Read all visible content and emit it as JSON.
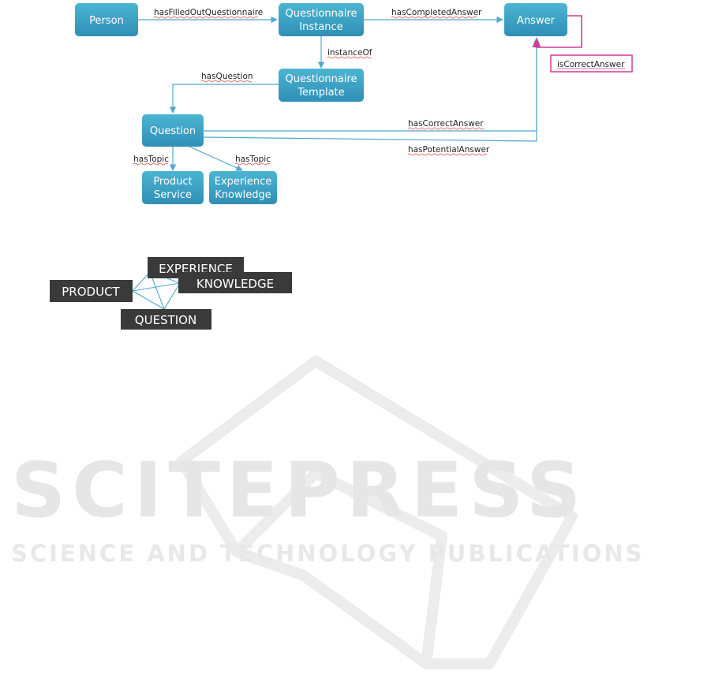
{
  "colors": {
    "node_top": "#4cb5d1",
    "node_bottom": "#2f8fb6",
    "edge": "#4fa9cc",
    "squiggle": "#e0483c",
    "self_loop": "#d23b97",
    "tag_bg": "#3a3a3a",
    "watermark": "#e6e6e6"
  },
  "nodes": {
    "person": "Person",
    "questionnaire_instance": [
      "Questionnaire",
      "Instance"
    ],
    "answer": "Answer",
    "questionnaire_template": [
      "Questionnaire",
      "Template"
    ],
    "question": "Question",
    "product_service": [
      "Product",
      "Service"
    ],
    "experience_knowledge": [
      "Experience",
      "Knowledge"
    ]
  },
  "edges": {
    "has_filled_out": "hasFilledOutQuestionnaire",
    "has_completed_answer": "hasCompletedAnswer",
    "instance_of": "instanceOf",
    "has_question": "hasQuestion",
    "has_correct_answer": "hasCorrectAnswer",
    "has_potential_answer": "hasPotentialAnswer",
    "has_topic_1": "hasTopic",
    "has_topic_2": "hasTopic",
    "is_correct_answer": "isCorrectAnswer"
  },
  "tags": {
    "experience": "EXPERIENCE",
    "knowledge": "KNOWLEDGE",
    "product": "PRODUCT",
    "question": "QUESTION"
  },
  "watermark": {
    "big": "SCITEPRESS",
    "small": "SCIENCE AND TECHNOLOGY PUBLICATIONS"
  }
}
